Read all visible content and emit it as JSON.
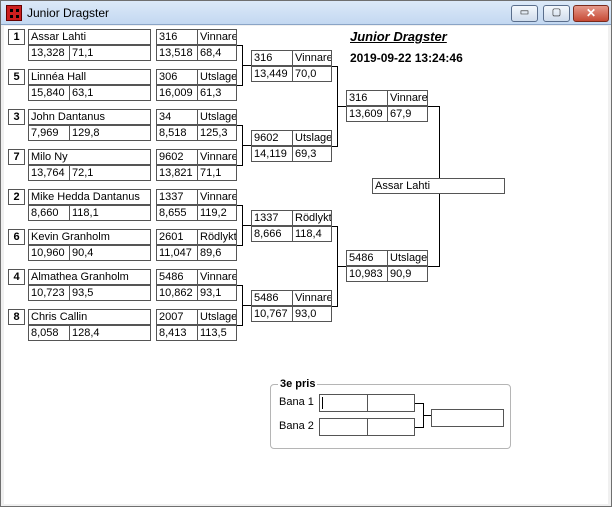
{
  "window": {
    "title": "Junior Dragster",
    "buttons": {
      "minimize": "▭",
      "maximize": "▢",
      "close": "✕"
    }
  },
  "header": {
    "title": "Junior Dragster",
    "datetime": "2019-09-22 13:24:46"
  },
  "round1": [
    {
      "seed": "1",
      "name": "Assar Lahti",
      "time": "13,328",
      "speed": "71,1",
      "number": "316",
      "result": "Vinnare",
      "rtime": "13,518",
      "rspeed": "68,4"
    },
    {
      "seed": "5",
      "name": "Linnéa Hall",
      "time": "15,840",
      "speed": "63,1",
      "number": "306",
      "result": "Utslagen",
      "rtime": "16,009",
      "rspeed": "61,3"
    },
    {
      "seed": "3",
      "name": "John Dantanus",
      "time": "7,969",
      "speed": "129,8",
      "number": "34",
      "result": "Utslagen",
      "rtime": "8,518",
      "rspeed": "125,3"
    },
    {
      "seed": "7",
      "name": "Milo Ny",
      "time": "13,764",
      "speed": "72,1",
      "number": "9602",
      "result": "Vinnare",
      "rtime": "13,821",
      "rspeed": "71,1"
    },
    {
      "seed": "2",
      "name": "Mike Hedda Dantanus",
      "time": "8,660",
      "speed": "118,1",
      "number": "1337",
      "result": "Vinnare",
      "rtime": "8,655",
      "rspeed": "119,2"
    },
    {
      "seed": "6",
      "name": "Kevin Granholm",
      "time": "10,960",
      "speed": "90,4",
      "number": "2601",
      "result": "Rödlyktan",
      "rtime": "11,047",
      "rspeed": "89,6"
    },
    {
      "seed": "4",
      "name": "Almathea Granholm",
      "time": "10,723",
      "speed": "93,5",
      "number": "5486",
      "result": "Vinnare",
      "rtime": "10,862",
      "rspeed": "93,1"
    },
    {
      "seed": "8",
      "name": "Chris Callin",
      "time": "8,058",
      "speed": "128,4",
      "number": "2007",
      "result": "Utslagen",
      "rtime": "8,413",
      "rspeed": "113,5"
    }
  ],
  "round2": [
    {
      "number": "316",
      "result": "Vinnare",
      "time": "13,449",
      "speed": "70,0"
    },
    {
      "number": "9602",
      "result": "Utslagen",
      "time": "14,119",
      "speed": "69,3"
    },
    {
      "number": "1337",
      "result": "Rödlyktan",
      "time": "8,666",
      "speed": "118,4"
    },
    {
      "number": "5486",
      "result": "Vinnare",
      "time": "10,767",
      "speed": "93,0"
    }
  ],
  "semifinal": [
    {
      "number": "316",
      "result": "Vinnare",
      "time": "13,609",
      "speed": "67,9"
    },
    {
      "number": "5486",
      "result": "Utslagen",
      "time": "10,983",
      "speed": "90,9"
    }
  ],
  "winner": "Assar Lahti",
  "third_place": {
    "legend": "3e pris",
    "lane1_label": "Bana 1",
    "lane2_label": "Bana 2"
  }
}
